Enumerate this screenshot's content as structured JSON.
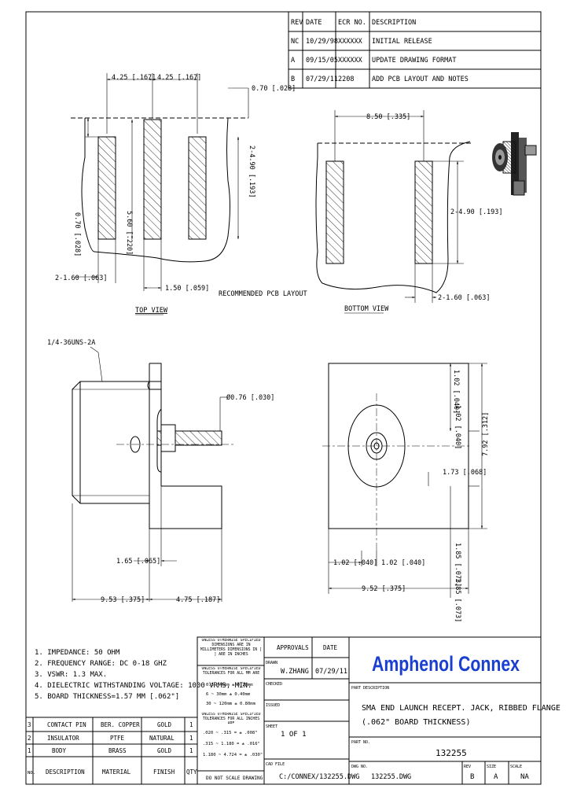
{
  "revisions": {
    "headers": [
      "REV",
      "DATE",
      "ECR NO.",
      "DESCRIPTION"
    ],
    "rows": [
      [
        "NC",
        "10/29/98",
        "XXXXXX",
        "INITIAL RELEASE"
      ],
      [
        "A",
        "09/15/05",
        "XXXXXX",
        "UPDATE DRAWING FORMAT"
      ],
      [
        "B",
        "07/29/11",
        "2208",
        "ADD PCB LAYOUT AND NOTES"
      ]
    ]
  },
  "top_view": {
    "dim_w1": "4.25 [.167]",
    "dim_w2": "4.25 [.167]",
    "dim_pad_gap": "0.70 [.028]",
    "dim_left_h": "0.70 [.028]",
    "dim_center_h": "5.60 [.220]",
    "dim_right_h": "2-4.90 [.193]",
    "dim_pad_w": "2-1.60 [.063]",
    "dim_center_w": "1.50 [.059]",
    "note": "RECOMMENDED PCB LAYOUT",
    "label": "TOP VIEW"
  },
  "bottom_view": {
    "dim_w": "8.50 [.335]",
    "dim_h": "2-4.90 [.193]",
    "dim_pad_w": "2-1.60 [.063]",
    "label": "BOTTOM VIEW"
  },
  "side_view": {
    "thread": "1/4-36UNS-2A",
    "dim_pin": "Ø0.76 [.030]",
    "dim_flange": "1.65 [.065]",
    "dim_body": "9.53 [.375]",
    "dim_flange_w": "4.75 [.187]"
  },
  "front_view": {
    "dim_top": "1.02 [.040]",
    "dim_total": "7.92 [.312]",
    "dim_center": "1.73 [.068]",
    "dim_bottom": "1.85 [.073]",
    "dim_left": "1.02 [.040]",
    "dim_left2": "1.02 [.040]",
    "dim_width": "9.52 [.375]"
  },
  "notes": [
    "1. IMPEDANCE:  50 OHM",
    "2. FREQUENCY RANGE:  DC 0-18  GHZ",
    "3. VSWR:  1.3 MAX.",
    "4. DIELECTRIC WITHSTANDING VOLTAGE: 1000 VRMS, MIN.",
    "5. BOARD THICKNESS=1.57 MM [.062\"]"
  ],
  "bom": {
    "rows": [
      [
        "3",
        "CONTACT PIN",
        "BER. COPPER",
        "GOLD",
        "1"
      ],
      [
        "2",
        "INSULATOR",
        "PTFE",
        "NATURAL",
        "1"
      ],
      [
        "1",
        "BODY",
        "BRASS",
        "GOLD",
        "1"
      ]
    ],
    "headers": [
      "NO.",
      "DESCRIPTION",
      "MATERIAL",
      "FINISH",
      "QTY"
    ]
  },
  "tolerances": {
    "note1": "UNLESS OTHERWISE SPECIFIED DIMENSIONS ARE IN MILLIMETERS DIMENSIONS IN [ ] ARE IN INCHES",
    "note2": "UNLESS OTHERWISE SPECIFIED TOLERANCES FOR ALL MM ARE",
    "mm_rows": [
      "0.5 ~ 6mm ± 0.20mm",
      "6 ~ 30mm ± 0.40mm",
      "30 ~ 120mm ± 0.80mm"
    ],
    "note3": "UNLESS OTHERWISE SPECIFIED TOLERANCES FOR ALL INCHES ARE",
    "in_rows": [
      ".020 ~ .315 = ± .008\"",
      ".315 ~ 1.180 = ± .016\"",
      "1.180 ~ 4.724 = ± .030\""
    ],
    "no_scale": "DO NOT SCALE DRAWING"
  },
  "approvals": {
    "header1": "APPROVALS",
    "header2": "DATE",
    "drawn_label": "DRAWN",
    "drawn_name": "W.ZHANG",
    "drawn_date": "07/29/11",
    "checked_label": "CHECKED",
    "issued_label": "ISSUED",
    "sheet_label": "SHEET",
    "sheet_value": "1 OF 1",
    "cad_label": "CAD FILE",
    "cad_value": "C:/CONNEX/132255.DWG"
  },
  "title_block": {
    "brand": "Amphenol Connex",
    "part_desc_label": "PART DESCRIPTION",
    "desc_line1": "SMA END LAUNCH RECEPT. JACK, RIBBED FLANGE",
    "desc_line2": "(.062\" BOARD THICKNESS)",
    "part_no_label": "PART NO.",
    "part_no": "132255",
    "dwg_no_label": "DWG NO.",
    "dwg_no": "132255.DWG",
    "rev_label": "REV",
    "rev": "B",
    "size_label": "SIZE",
    "size": "A",
    "scale_label": "SCALE",
    "scale": "NA"
  }
}
